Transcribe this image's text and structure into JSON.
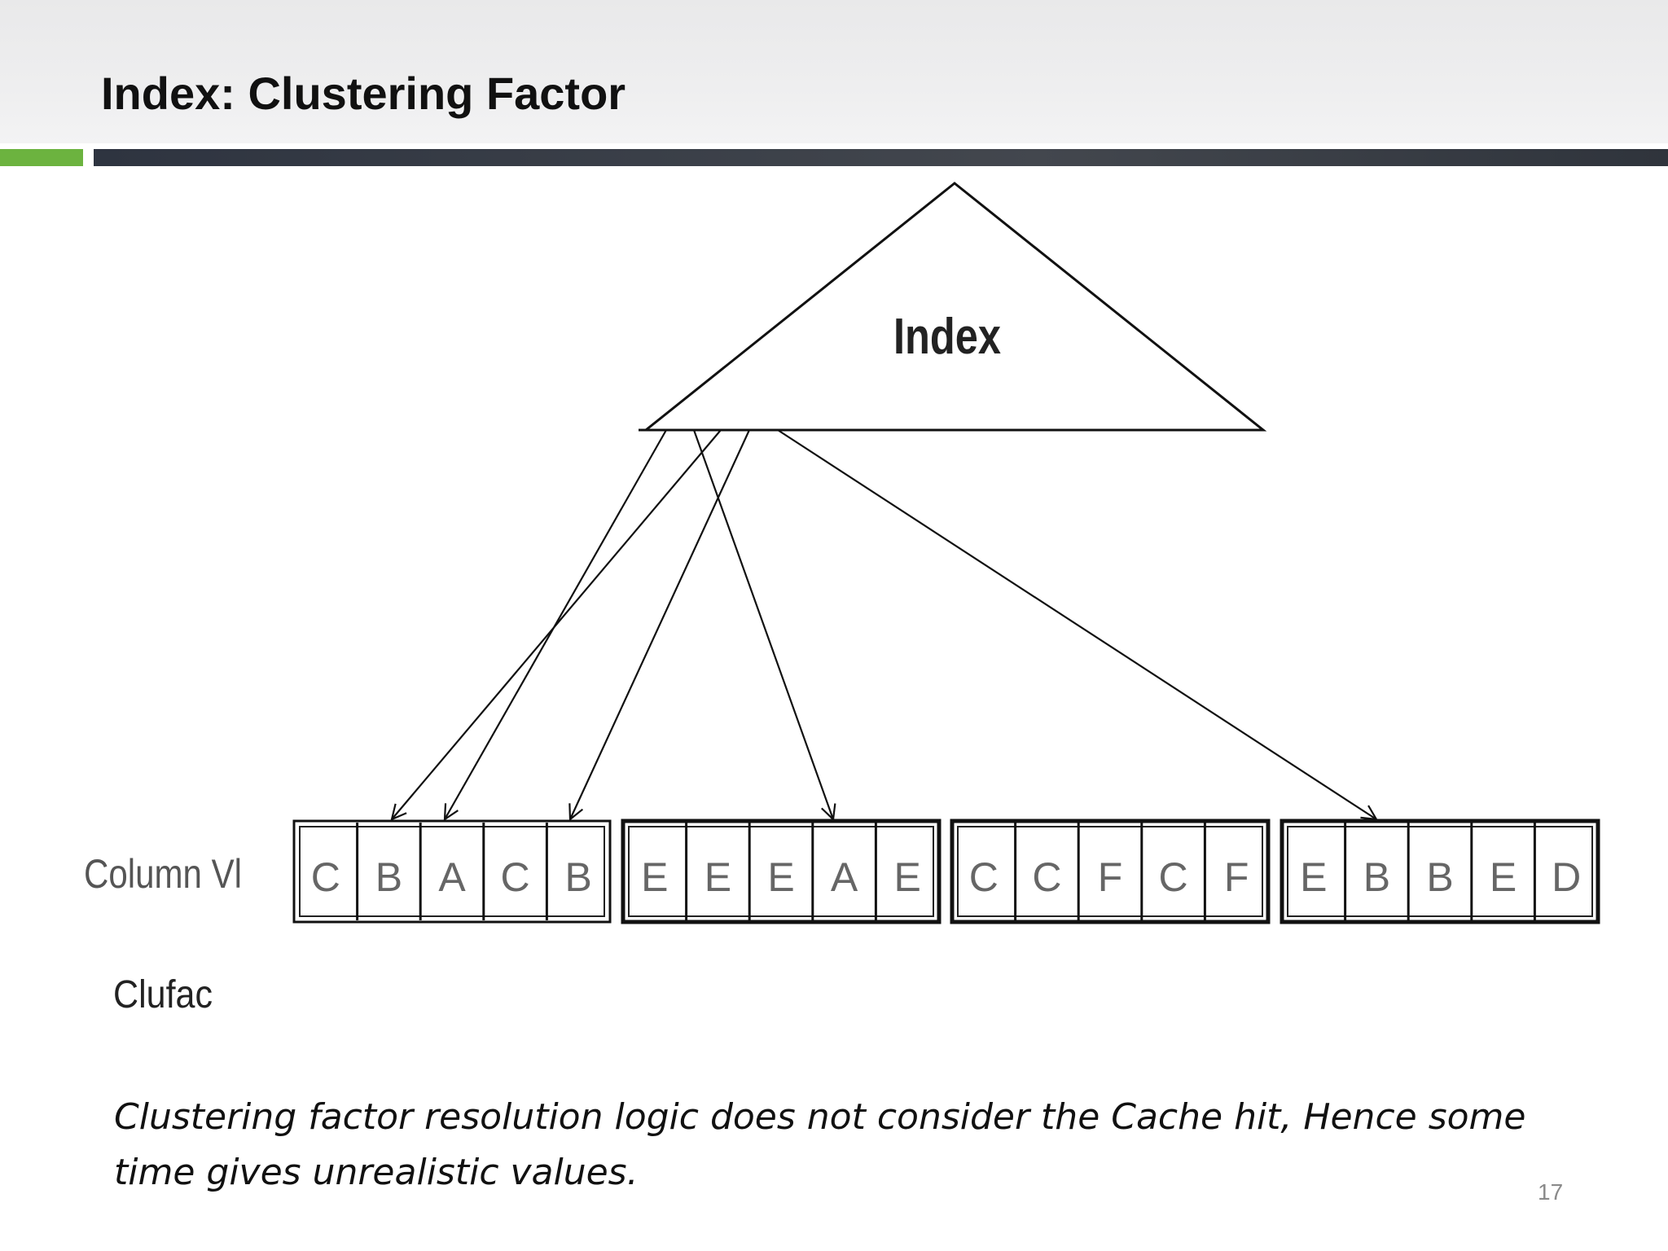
{
  "slide": {
    "title": "Index: Clustering Factor",
    "page_number": "17",
    "caption": "Clustering factor resolution logic does not consider the Cache hit, Hence some time gives unrealistic values."
  },
  "diagram": {
    "index_label": "Index",
    "row_label": "Column Vl",
    "clufac_label": "Clufac",
    "blocks": [
      [
        "C",
        "B",
        "A",
        "C",
        "B"
      ],
      [
        "E",
        "E",
        "E",
        "A",
        "E"
      ],
      [
        "C",
        "C",
        "F",
        "C",
        "F"
      ],
      [
        "E",
        "B",
        "B",
        "E",
        "D"
      ]
    ]
  },
  "colors": {
    "accent_green": "#6cb33f",
    "dark_bar": "#3a3f48",
    "line": "#111111"
  }
}
